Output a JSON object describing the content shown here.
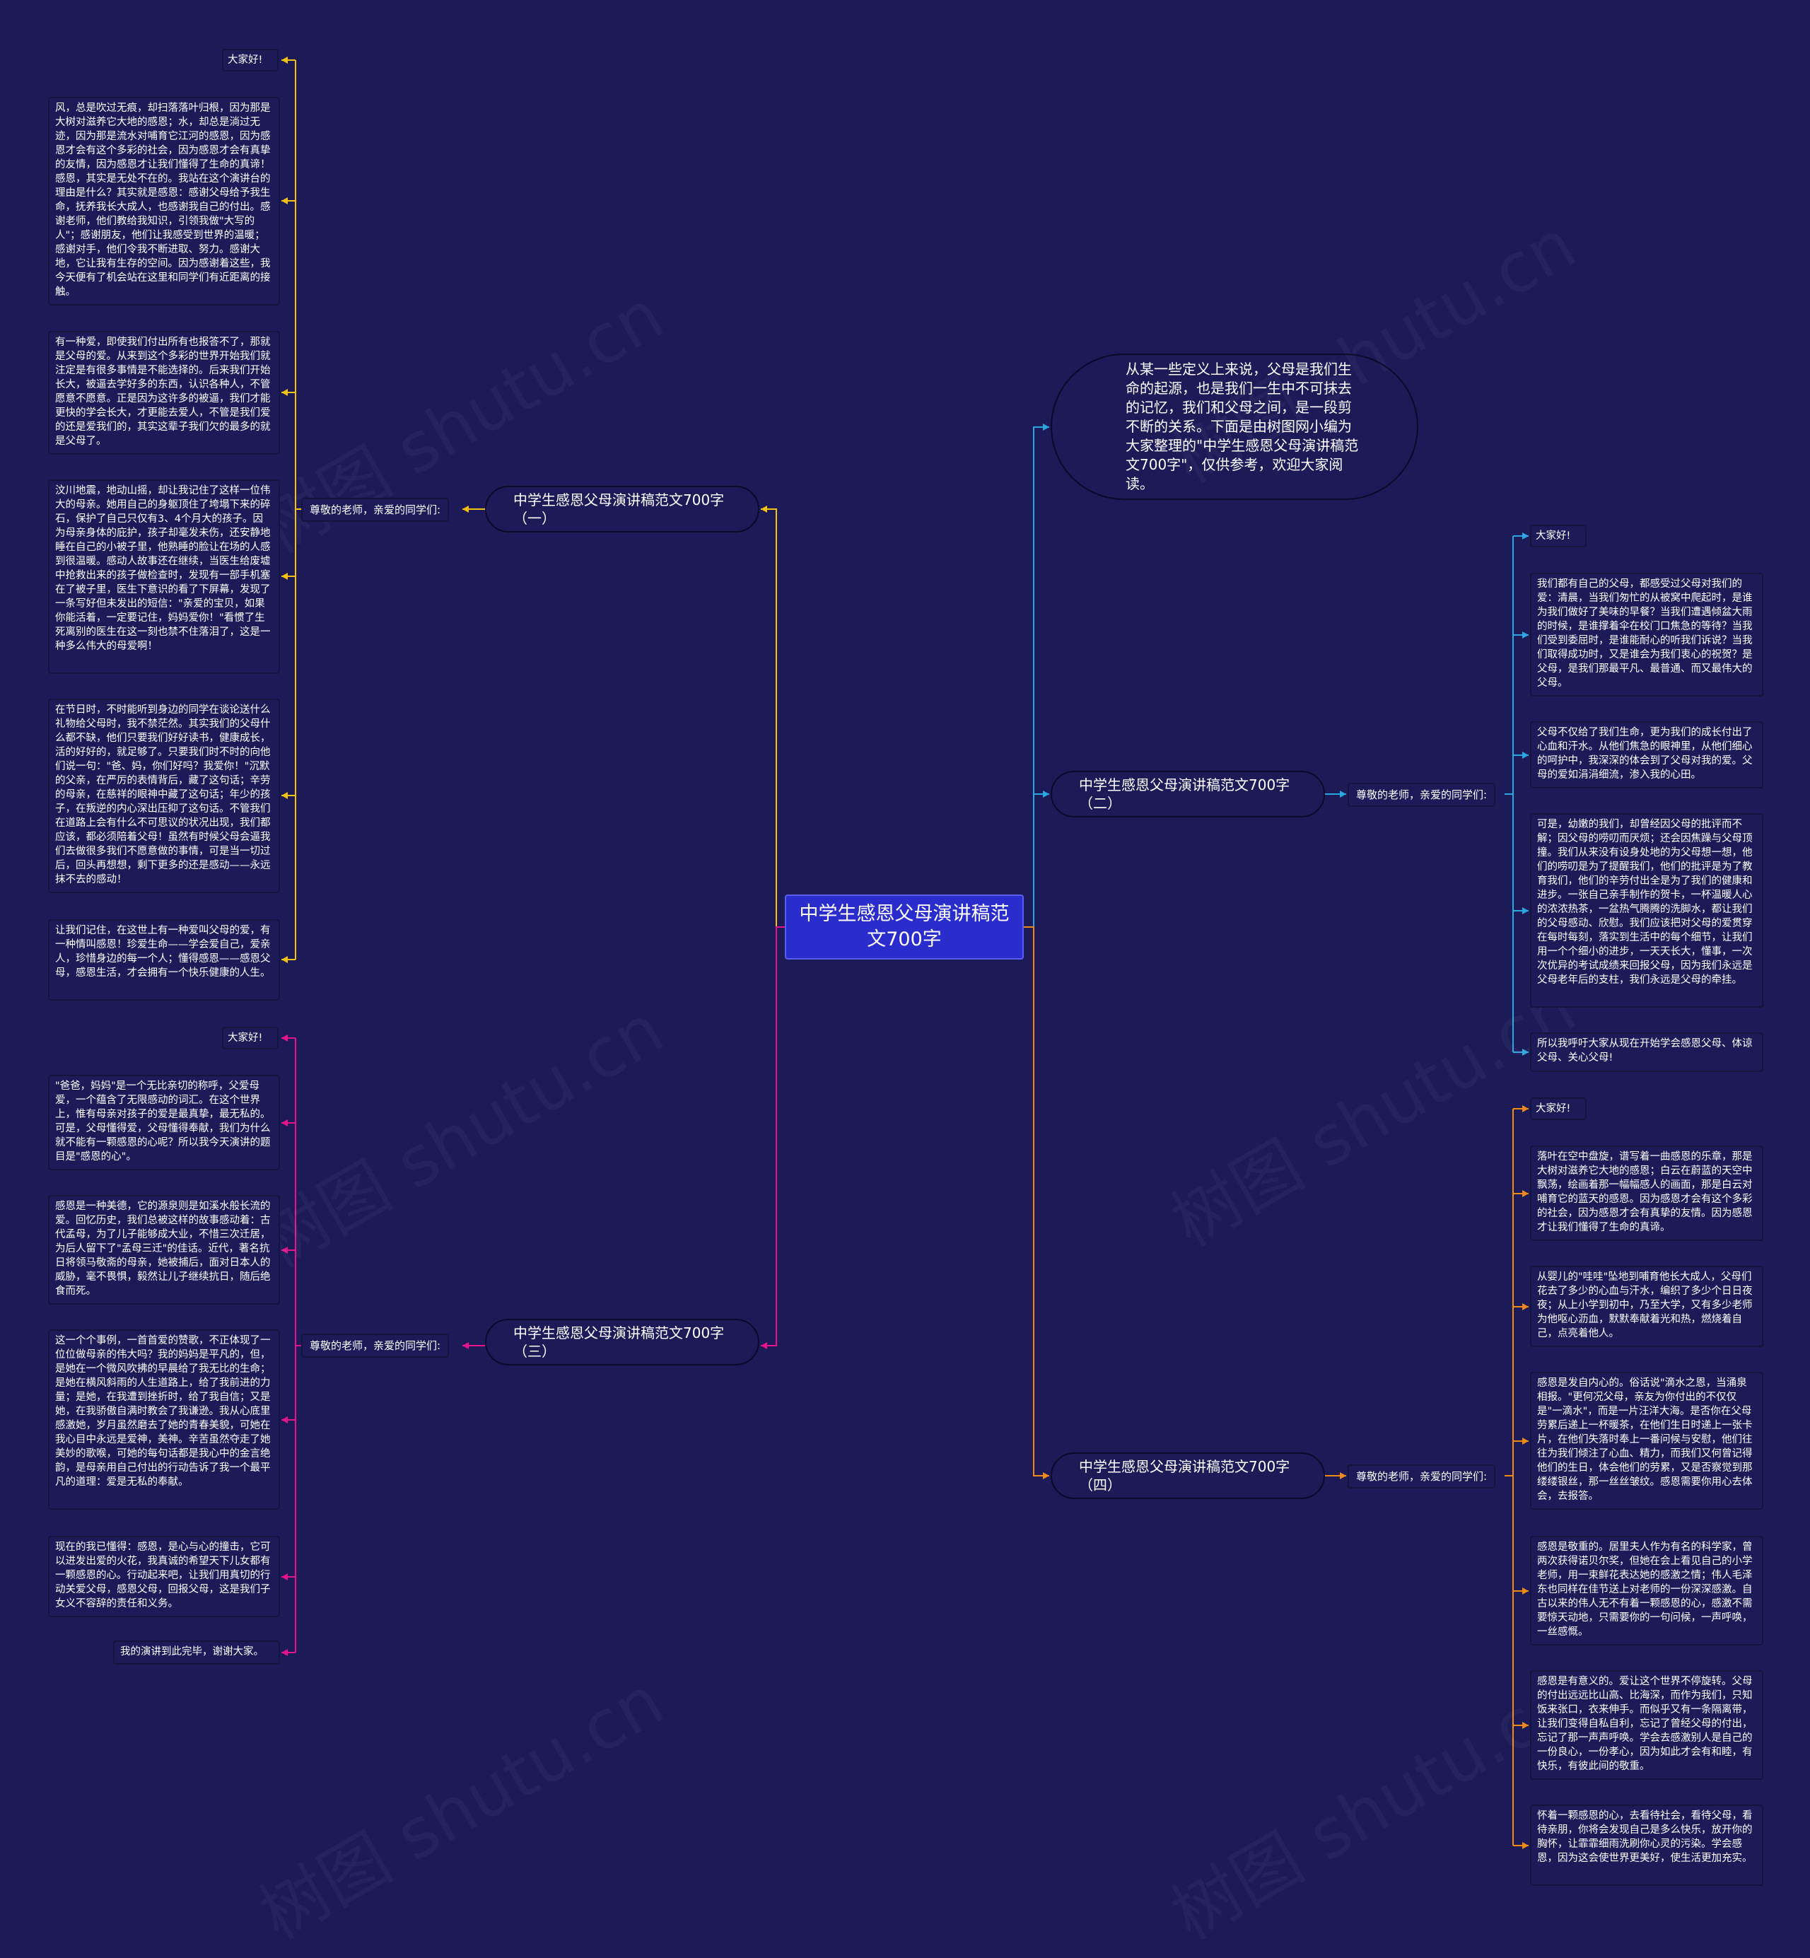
{
  "watermark": "树图 shutu.cn",
  "root": {
    "title": "中学生感恩父母演讲稿范文700字"
  },
  "intro": {
    "text": "从某一些定义上来说，父母是我们生命的起源，也是我们一生中不可抹去的记忆，我们和父母之间，是一段剪不断的关系。下面是由树图网小编为大家整理的\"中学生感恩父母演讲稿范文700字\"，仅供参考，欢迎大家阅读。"
  },
  "colors": {
    "branch1": "#f4c20d",
    "branch2": "#29a7e0",
    "branch3": "#e6148c",
    "branch4": "#f08a17"
  },
  "branches": [
    {
      "title": "中学生感恩父母演讲稿范文700字（一）",
      "hub": "尊敬的老师，亲爱的同学们:",
      "leaves": [
        "大家好!",
        "风，总是吹过无痕，却扫落落叶归根，因为那是大树对滋养它大地的感恩；水，却总是淌过无迹，因为那是流水对哺育它江河的感恩，因为感恩才会有这个多彩的社会，因为感恩才会有真挚的友情，因为感恩才让我们懂得了生命的真谛！感恩，其实是无处不在的。我站在这个演讲台的理由是什么？其实就是感恩：感谢父母给予我生命，抚养我长大成人，也感谢我自己的付出。感谢老师，他们教给我知识，引领我做\"大写的人\"；感谢朋友，他们让我感受到世界的温暖；感谢对手，他们令我不断进取、努力。感谢大地，它让我有生存的空间。因为感谢着这些，我今天便有了机会站在这里和同学们有近距离的接触。",
        "有一种爱，即使我们付出所有也报答不了，那就是父母的爱。从来到这个多彩的世界开始我们就注定是有很多事情是不能选择的。后来我们开始长大，被逼去学好多的东西，认识各种人，不管愿意不愿意。正是因为这许多的被逼，我们才能更快的学会长大，才更能去爱人，不管是我们爱的还是爱我们的，其实这辈子我们欠的最多的就是父母了。",
        "汶川地震，地动山摇，却让我记住了这样一位伟大的母亲。她用自己的身躯顶住了垮塌下来的碎石，保护了自己只仅有3、4个月大的孩子。因为母亲身体的庇护，孩子却毫发未伤，还安静地睡在自己的小被子里，他熟睡的脸让在场的人感到很温暖。感动人故事还在继续，当医生给废墟中抢救出来的孩子做检查时，发现有一部手机塞在了被子里，医生下意识的看了下屏幕，发现了一条写好但未发出的短信：\"亲爱的宝贝，如果你能活着，一定要记住，妈妈爱你！\"看惯了生死离别的医生在这一刻也禁不住落泪了，这是一种多么伟大的母爱啊！",
        "在节日时，不时能听到身边的同学在谈论送什么礼物给父母时，我不禁茫然。其实我们的父母什么都不缺，他们只要我们好好读书，健康成长，活的好好的，就足够了。只要我们时不时的向他们说一句：\"爸、妈，你们好吗？我爱你！\"沉默的父亲，在严厉的表情背后，藏了这句话；辛劳的母亲，在慈祥的眼神中藏了这句话；年少的孩子，在叛逆的内心深出压抑了这句话。不管我们在道路上会有什么不可思议的状况出现，我们都应该，都必须陪着父母！虽然有时候父母会逼我们去做很多我们不愿意做的事情，可是当一切过后，回头再想想，剩下更多的还是感动——永远抹不去的感动！",
        "让我们记住，在这世上有一种爱叫父母的爱，有一种情叫感恩！珍爱生命——学会爱自己，爱亲人，珍惜身边的每一个人；懂得感恩——感恩父母，感恩生活，才会拥有一个快乐健康的人生。"
      ]
    },
    {
      "title": "中学生感恩父母演讲稿范文700字（二）",
      "hub": "尊敬的老师，亲爱的同学们:",
      "leaves": [
        "大家好!",
        "我们都有自己的父母，都感受过父母对我们的爱：清晨，当我们匆忙的从被窝中爬起时，是谁为我们做好了美味的早餐？当我们遭遇倾盆大雨的时候，是谁撑着伞在校门口焦急的等待？当我们受到委屈时，是谁能耐心的听我们诉说？当我们取得成功时，又是谁会为我们衷心的祝贺？是父母，是我们那最平凡、最普通、而又最伟大的父母。",
        "父母不仅给了我们生命，更为我们的成长付出了心血和汗水。从他们焦急的眼神里，从他们细心的呵护中，我深深的体会到了父母对我的爱。父母的爱如涓涓细流，渗入我的心田。",
        "可是，幼嫩的我们，却曾经因父母的批评而不解；因父母的唠叨而厌烦；还会因焦躁与父母顶撞。我们从来没有设身处地的为父母想一想，他们的唠叨是为了提醒我们，他们的批评是为了教育我们，他们的辛劳付出全是为了我们的健康和进步。一张自己亲手制作的贺卡，一杯温暖人心的浓浓热茶，一盆热气腾腾的洗脚水，都让我们的父母感动、欣慰。我们应该把对父母的爱贯穿在每时每刻，落实到生活中的每个细节，让我们用一个个细小的进步，一天天长大，懂事，一次次优异的考试成绩来回报父母，因为我们永远是父母老年后的支柱，我们永远是父母的牵挂。",
        "所以我呼吁大家从现在开始学会感恩父母、体谅父母、关心父母!"
      ]
    },
    {
      "title": "中学生感恩父母演讲稿范文700字（三）",
      "hub": "尊敬的老师，亲爱的同学们:",
      "leaves": [
        "大家好!",
        "\"爸爸，妈妈\"是一个无比亲切的称呼，父爱母爱，一个蕴含了无限感动的词汇。在这个世界上，惟有母亲对孩子的爱是最真挚，最无私的。可是，父母懂得爱，父母懂得奉献，我们为什么就不能有一颗感恩的心呢？所以我今天演讲的题目是\"感恩的心\"。",
        "感恩是一种美德，它的源泉则是如溪水般长流的爱。回忆历史，我们总被这样的故事感动着：古代孟母，为了儿子能够成大业，不惜三次迁居，为后人留下了\"孟母三迁\"的佳话。近代，著名抗日将领马敬斋的母亲，她被捕后，面对日本人的威胁，毫不畏惧，毅然让儿子继续抗日，随后绝食而死。",
        "这一个个事例，一首首爱的赞歌，不正体现了一位位做母亲的伟大吗？我的妈妈是平凡的，但，是她在一个微风吹拂的早晨给了我无比的生命；是她在横风斜雨的人生道路上，给了我前进的力量；是她，在我遭到挫折时，给了我自信；又是她，在我骄傲自满时教会了我谦逊。我从心底里感激她，岁月虽然磨去了她的青春美貌，可她在我心目中永远是爱神，美神。辛苦虽然夺走了她美妙的歌喉，可她的每句话都是我心中的金言绝韵，是母亲用自己付出的行动告诉了我一个最平凡的道理：爱是无私的奉献。",
        "现在的我已懂得：感恩，是心与心的撞击，它可以进发出爱的火花，我真诚的希望天下儿女都有一颗感恩的心。行动起来吧，让我们用真切的行动关爱父母，感恩父母，回报父母，这是我们子女义不容辞的责任和义务。",
        "我的演讲到此完毕，谢谢大家。"
      ]
    },
    {
      "title": "中学生感恩父母演讲稿范文700字（四）",
      "hub": "尊敬的老师，亲爱的同学们:",
      "leaves": [
        "大家好!",
        "落叶在空中盘旋，谱写着一曲感恩的乐章，那是大树对滋养它大地的感恩；白云在蔚蓝的天空中飘荡，绘画着那一幅幅感人的画面，那是白云对哺育它的蓝天的感恩。因为感恩才会有这个多彩的社会，因为感恩才会有真挚的友情。因为感恩才让我们懂得了生命的真谛。",
        "从婴儿的\"哇哇\"坠地到哺育他长大成人，父母们花去了多少的心血与汗水，编织了多少个日日夜夜；从上小学到初中，乃至大学，又有多少老师为他呕心沥血，默默奉献着光和热，燃烧着自己，点亮着他人。",
        "感恩是发自内心的。俗话说\"滴水之恩，当涌泉相报。\"更何况父母，亲友为你付出的不仅仅是\"一滴水\"，而是一片汪洋大海。是否你在父母劳累后递上一杯暖茶，在他们生日时递上一张卡片，在他们失落时奉上一番问候与安慰，他们往往为我们倾注了心血、精力，而我们又何曾记得他们的生日，体会他们的劳累，又是否察觉到那缕缕银丝，那一丝丝皱纹。感恩需要你用心去体会，去报答。",
        "感恩是敬重的。居里夫人作为有名的科学家，曾两次获得诺贝尔奖，但她在会上看见自己的小学老师，用一束鲜花表达她的感激之情；伟人毛泽东也同样在佳节送上对老师的一份深深感激。自古以来的伟人无不有着一颗感恩的心，感激不需要惊天动地，只需要你的一句问候，一声呼唤，一丝感慨。",
        "感恩是有意义的。爱让这个世界不停旋转。父母的付出远远比山高、比海深，而作为我们，只知饭来张口，衣来伸手。而似乎又有一条隔离带，让我们变得自私自利，忘记了曾经父母的付出，忘记了那一声声呼唤。学会去感激别人是自己的一份良心，一份孝心，因为如此才会有和睦，有快乐，有彼此间的敬重。",
        "怀着一颗感恩的心，去看待社会，看待父母，看待亲朋，你将会发现自己是多么快乐，放开你的胸怀，让霏霏细雨洗刷你心灵的污染。学会感恩，因为这会使世界更美好，使生活更加充实。"
      ]
    }
  ]
}
